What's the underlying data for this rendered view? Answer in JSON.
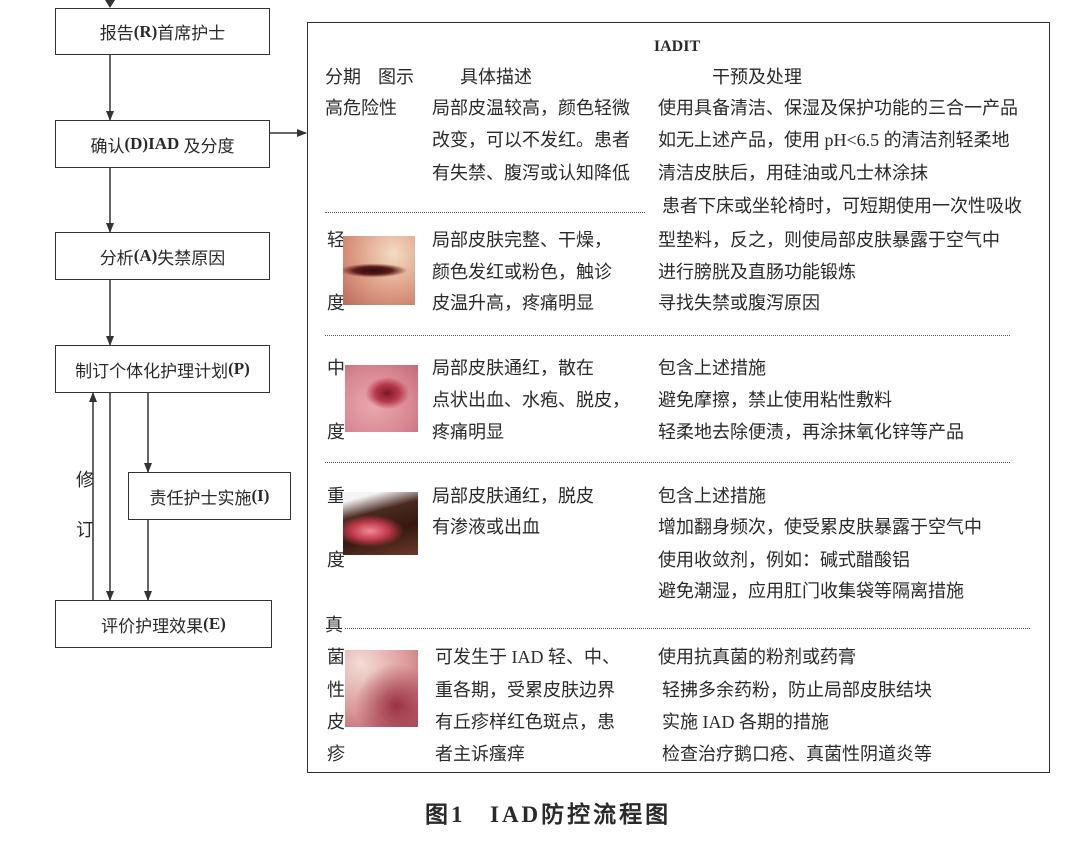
{
  "flowchart": {
    "steps": {
      "report": {
        "pre": "报告",
        "code": "(R)",
        "post": "首席护士"
      },
      "confirm": {
        "pre": "确认",
        "code": "(D)IAD",
        "post": " 及分度"
      },
      "analyze": {
        "pre": "分析",
        "code": "(A)",
        "post": "失禁原因"
      },
      "plan": {
        "pre": "制订个体化护理计划",
        "code": "(P)",
        "post": ""
      },
      "implement": {
        "pre": "责任护士实施",
        "code": "(I)",
        "post": ""
      },
      "evaluate": {
        "pre": "评价护理效果",
        "code": "(E)",
        "post": ""
      }
    },
    "revise_label": [
      "修",
      "订"
    ]
  },
  "table": {
    "title": "IADIT",
    "headers": {
      "stage": "分期",
      "image": "图示",
      "description": "具体描述",
      "intervention": "干预及处理"
    },
    "rows": [
      {
        "stage": [
          "高危险性"
        ],
        "description": [
          "局部皮温较高，颜色轻微",
          "改变，可以不发红。患者",
          "有失禁、腹泻或认知降低"
        ],
        "intervention": [
          "使用具备清洁、保湿及保护功能的三合一产品",
          "如无上述产品，使用 pH<6.5 的清洁剂轻柔地",
          "清洁皮肤后，用硅油或凡士林涂抹",
          "患者下床或坐轮椅时，可短期使用一次性吸收",
          "型垫料，反之，则使局部皮肤暴露于空气中",
          "进行膀胱及直肠功能锻炼",
          "寻找失禁或腹泻原因"
        ]
      },
      {
        "stage": [
          "轻",
          "度"
        ],
        "description": [
          "局部皮肤完整、干燥，",
          "颜色发红或粉色，触诊",
          "皮温升高，疼痛明显"
        ]
      },
      {
        "stage": [
          "中",
          "度"
        ],
        "description": [
          "局部皮肤通红，散在",
          "点状出血、水疱、脱皮，",
          "疼痛明显"
        ],
        "intervention": [
          "包含上述措施",
          "避免摩擦，禁止使用粘性敷料",
          "轻柔地去除便渍，再涂抹氧化锌等产品"
        ]
      },
      {
        "stage": [
          "重",
          "度"
        ],
        "description": [
          "局部皮肤通红，脱皮",
          "有渗液或出血"
        ],
        "intervention": [
          "包含上述措施",
          "增加翻身频次，使受累皮肤暴露于空气中",
          "使用收敛剂，例如：碱式醋酸铝",
          "避免潮湿，应用肛门收集袋等隔离措施"
        ]
      },
      {
        "stage": [
          "真",
          "菌",
          "性",
          "皮",
          "疹"
        ],
        "description": [
          "可发生于 IAD 轻、中、",
          "重各期，受累皮肤边界",
          "有丘疹样红色斑点，患",
          "者主诉瘙痒"
        ],
        "intervention": [
          "使用抗真菌的粉剂或药膏",
          "轻拂多余药粉，防止局部皮肤结块",
          "实施 IAD 各期的措施",
          "检查治疗鹅口疮、真菌性阴道炎等"
        ]
      }
    ]
  },
  "caption": {
    "label": "图1",
    "title": "IAD防控流程图"
  }
}
